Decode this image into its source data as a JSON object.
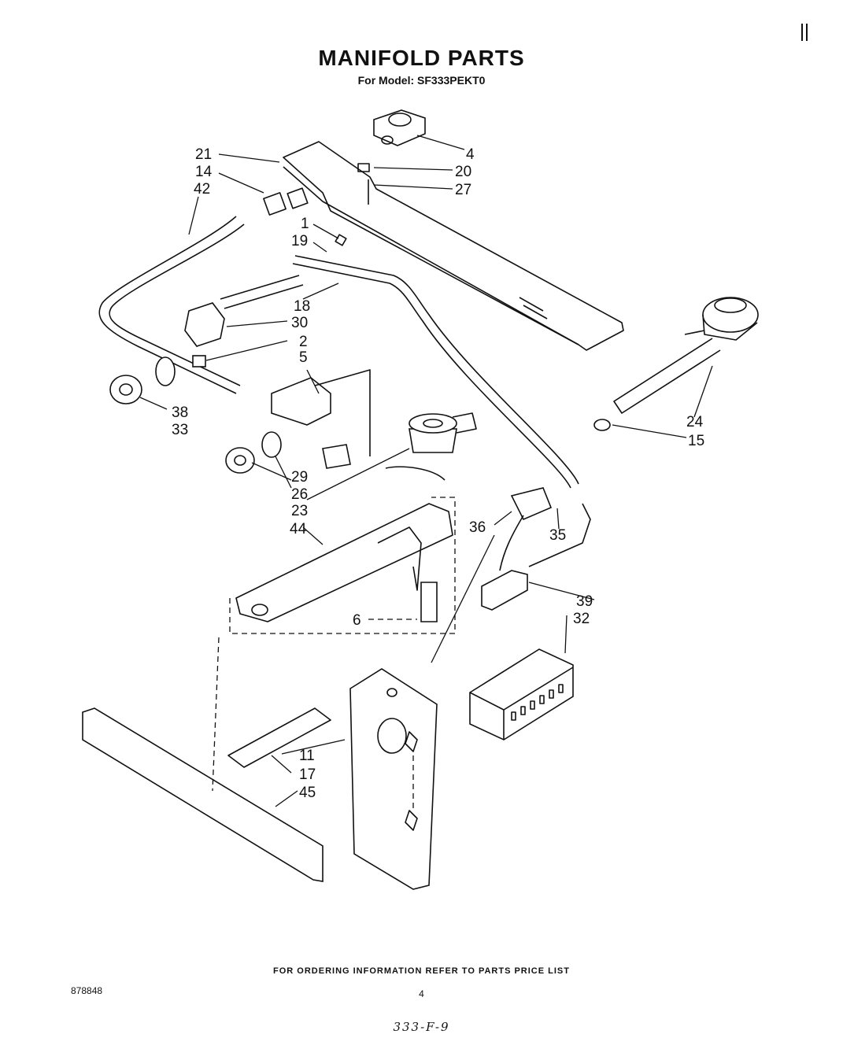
{
  "header": {
    "title": "MANIFOLD PARTS",
    "subtitle": "For Model: SF333PEKT0"
  },
  "footer": {
    "note": "FOR ORDERING INFORMATION REFER TO PARTS PRICE LIST",
    "doc_number": "878848",
    "page_number": "4",
    "handwritten": "333-F-9"
  },
  "callouts": [
    "21",
    "14",
    "42",
    "4",
    "20",
    "27",
    "1",
    "19",
    "18",
    "30",
    "2",
    "5",
    "38",
    "33",
    "29",
    "26",
    "23",
    "44",
    "6",
    "24",
    "15",
    "36",
    "35",
    "39",
    "32",
    "11",
    "17",
    "45"
  ]
}
